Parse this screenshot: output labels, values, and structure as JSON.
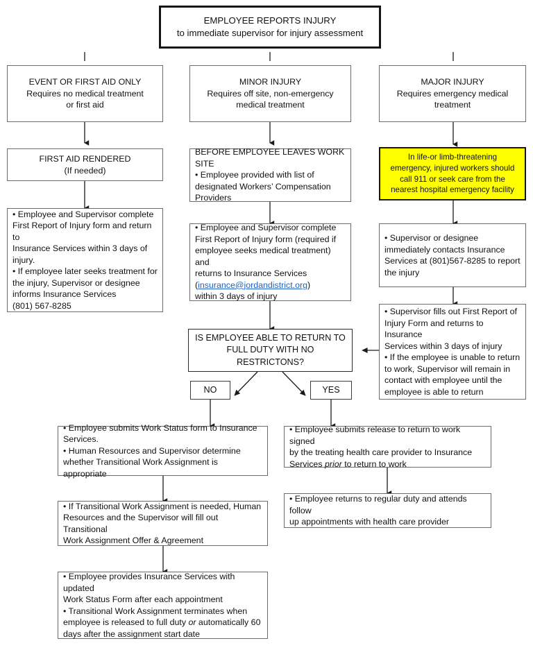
{
  "title": "Employee Injury Reporting Flowchart",
  "colors": {
    "highlight_background": "#ffff00",
    "box_border": "#6b6b6b",
    "header_border": "#161616",
    "link": "#1f60c4",
    "connector": "#1a1a1a"
  },
  "nodes": {
    "header": {
      "line1": "EMPLOYEE REPORTS INJURY",
      "line2": "to immediate supervisor for injury assessment"
    },
    "event_first_aid": {
      "line1": "EVENT OR FIRST AID ONLY",
      "line2": "Requires no medical treatment",
      "line3": "or first aid"
    },
    "minor_injury": {
      "line1": "MINOR INJURY",
      "line2": "Requires off site, non-emergency",
      "line3": "medical treatment"
    },
    "major_injury": {
      "line1": "MAJOR INJURY",
      "line2": "Requires emergency medical",
      "line3": "treatment"
    },
    "first_aid_rendered": {
      "line1": "FIRST AID RENDERED",
      "line2": "(If needed)"
    },
    "before_leaves_site": {
      "line1": "BEFORE EMPLOYEE LEAVES WORK SITE",
      "line2": "• Employee provided with list of",
      "line3": "designated Workers’ Compensation",
      "line4": "Providers"
    },
    "emergency_highlight": {
      "line1": "In life-or limb-threatening",
      "line2": "emergency, injured workers should",
      "line3": "call 911 or seek care from the",
      "line4": "nearest hospital emergency facility"
    },
    "first_aid_followup": {
      "line1": "• Employee and Supervisor complete",
      "line2": "First Report of Injury form and return to",
      "line3": "Insurance Services within 3 days of",
      "line4": "injury.",
      "line5": "• If employee later seeks treatment for",
      "line6": "the injury, Supervisor or designee",
      "line7": "informs Insurance Services",
      "line8": "(801) 567-8285"
    },
    "minor_followup": {
      "line1": "• Employee and Supervisor complete",
      "line2": "First Report of Injury form (required if",
      "line3": "employee seeks medical treatment) and",
      "line4": "returns to Insurance Services",
      "line5_pre": "(",
      "line5_link": "insurance@jordandistrict.org",
      "line5_post": ")",
      "line6": "within 3 days of injury"
    },
    "supervisor_contacts": {
      "line1": "• Supervisor or designee",
      "line2": "immediately contacts Insurance",
      "line3": "Services at (801)567-8285 to report",
      "line4": "the injury"
    },
    "supervisor_report": {
      "line1": "• Supervisor fills out First Report of",
      "line2": "Injury Form and returns to Insurance",
      "line3": "Services within 3 days of injury",
      "line4": "• If the employee is unable to return",
      "line5": "to work, Supervisor will remain in",
      "line6": "contact with employee until the",
      "line7": "employee is able to return"
    },
    "decision": {
      "line1": "IS EMPLOYEE ABLE TO RETURN TO",
      "line2": "FULL DUTY WITH NO RESTRICTONS?"
    },
    "answer_no": {
      "label": "NO"
    },
    "answer_yes": {
      "label": "YES"
    },
    "work_status": {
      "line1": "• Employee submits Work Status form to Insurance",
      "line2": "Services.",
      "line3": "• Human Resources and Supervisor determine",
      "line4": "whether Transitional Work Assignment is appropriate"
    },
    "release_to_work": {
      "line1": "• Employee submits release to return to work signed",
      "line2": "by the treating health care provider to Insurance",
      "line3_pre": "Services ",
      "line3_ital": "prior",
      "line3_post": " to return to work"
    },
    "transitional_offer": {
      "line1": "• If Transitional Work Assignment is needed, Human",
      "line2": "Resources and the Supervisor will fill out Transitional",
      "line3": "Work Assignment Offer & Agreement"
    },
    "regular_duty": {
      "line1": "• Employee returns to regular duty and attends follow",
      "line2": "up appointments with health care provider"
    },
    "updated_status": {
      "line1": "• Employee provides Insurance Services with updated",
      "line2": "Work Status Form after each appointment",
      "line3": "• Transitional Work Assignment terminates when",
      "line4_pre": "employee is released to full duty ",
      "line4_ital": "or",
      "line4_post": " automatically 60",
      "line5": "days after the assignment start date"
    }
  }
}
